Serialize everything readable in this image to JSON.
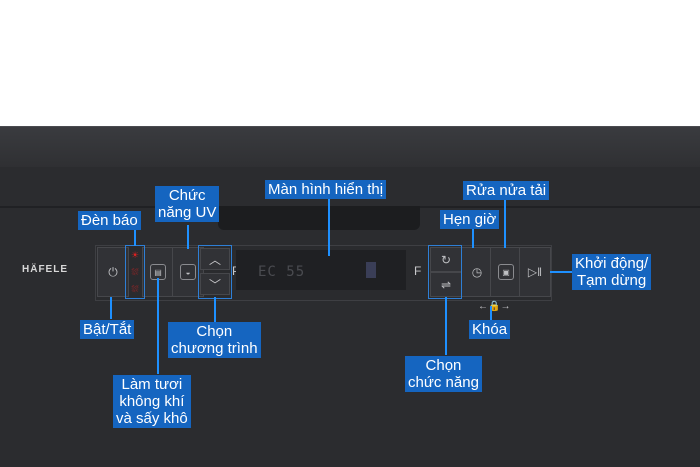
{
  "brand": "HÄFELE",
  "panel": {
    "prog_letter": "P",
    "func_letter": "F",
    "display_text": "EC 55",
    "leds": [
      "☀",
      "⛆",
      "⛆"
    ]
  },
  "labels": {
    "den_bao": "Đèn báo",
    "chuc_nang_uv": [
      "Chức",
      "năng UV"
    ],
    "man_hinh": "Màn hình hiển thị",
    "rua_nua_tai": "Rửa nửa tải",
    "hen_gio": "Hẹn giờ",
    "khoi_dong": [
      "Khởi động/",
      "Tạm dừng"
    ],
    "bat_tat": "Bật/Tắt",
    "chon_chuong_trinh": [
      "Chọn",
      "chương trình"
    ],
    "khoa": "Khóa",
    "chon_chuc_nang": [
      "Chọn",
      "chức năng"
    ],
    "lam_tuoi": [
      "Làm tươi",
      "không khí",
      "và sấy khô"
    ]
  },
  "colors": {
    "highlight": "#2e7fd6",
    "tag_bg": "#1565c0",
    "panel": "#2b2c2f"
  }
}
